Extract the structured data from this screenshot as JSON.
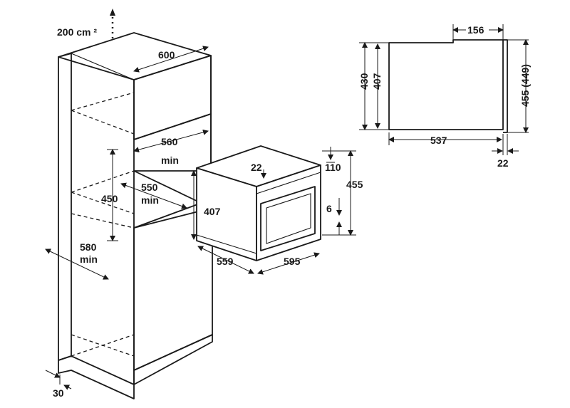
{
  "diagram": {
    "ventilation": "200 cm ²",
    "cabinet": {
      "top_width": "600",
      "niche_width": "560",
      "niche_width_suffix": "min",
      "niche_height": "450",
      "niche_depth": "550",
      "niche_depth_suffix": "min",
      "depth": "580",
      "depth_suffix": "min",
      "plinth": "30"
    },
    "oven": {
      "front_offset": "22",
      "top_gap": "110",
      "total_height": "455",
      "body_height": "407",
      "bottom_gap": "6",
      "depth": "559",
      "width": "595"
    },
    "side_view": {
      "top_step": "156",
      "height_outer": "430",
      "height_inner": "407",
      "front_height": "455 (449)",
      "depth": "537",
      "door": "22"
    }
  }
}
